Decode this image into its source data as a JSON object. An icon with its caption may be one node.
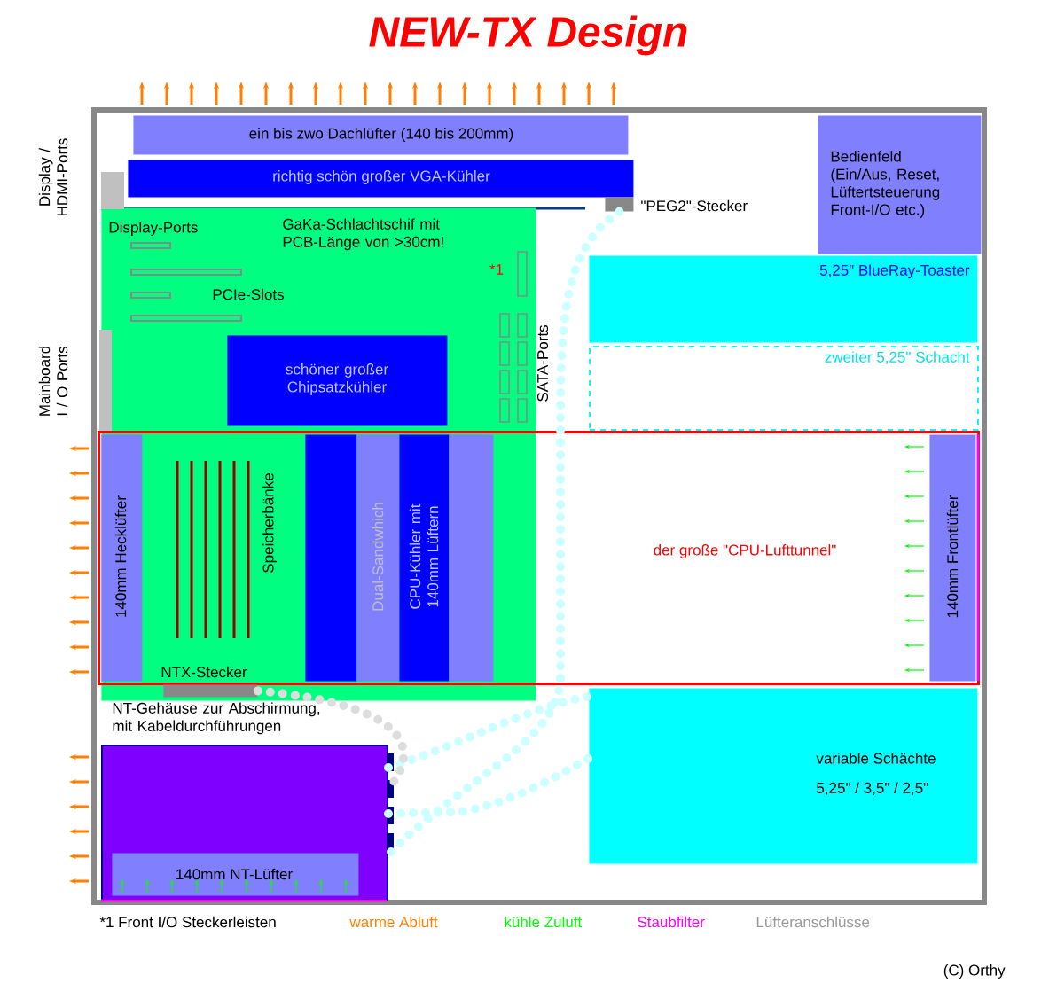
{
  "diagram": {
    "title": "NEW-TX Design",
    "nodes": [
      {
        "text": [
          "ein bis zwo Dachlüfter (140 bis 200mm)"
        ]
      },
      {
        "text": [
          "richtig schön großer VGA-Kühler"
        ]
      },
      {
        "text": [
          "Display-Ports",
          "GaKa-Schlachtschif mit PCB-Länge von >30cm!",
          "PCIe-Slots"
        ]
      },
      {
        "text": [
          "schöner großer Chipsatzkühler"
        ],
        "in": 2
      },
      {
        "text": [
          "Bedienfeld (Ein/Aus, Reset, Lüftertsteuerung Front-I/O etc.)"
        ]
      },
      {
        "text": [
          "5,25\" BlueRay-Toaster"
        ]
      },
      {
        "text": [
          "zweiter 5,25\" Schacht"
        ]
      },
      {
        "text": [
          "der große \"CPU-Lufttunnel\""
        ]
      },
      {
        "text": [
          "140mm Hecklüfter"
        ]
      },
      {
        "text": [
          "Dual-Sandwhich"
        ]
      },
      {
        "text": [
          "CPU-Kühler mit 140mm Lüftern"
        ]
      },
      {
        "text": [
          "140mm Frontlüfter"
        ],
        "in": 7
      },
      {
        "text": [
          "NT-Gehäuse zur Abschirmung, mit Kabeldurchführungen"
        ]
      },
      {
        "text": [
          "140mm NT-Lüfter"
        ],
        "in": 12
      },
      {
        "text": [
          "variable Schächte",
          "5,25\" / 3,5\" / 2,5\""
        ]
      },
      {
        "text": [],
        "shape": "box",
        "beside": [
          "\"PEG2\"-Stecker"
        ]
      },
      {
        "text": [],
        "shape": "box",
        "in": 2
      },
      {
        "text": [],
        "shape": "box"
      },
      {
        "text": [],
        "shape": "box"
      }
    ],
    "edges": [
      {
        "from": 15,
        "to": 12,
        "arrow": "none"
      },
      {
        "from": 12,
        "to": 14,
        "arrow": "none"
      },
      {
        "from": 12,
        "to": 14,
        "arrow": "none"
      },
      {
        "from": 16,
        "to": 12,
        "arrow": "none",
        "color": "#dddddd"
      }
    ],
    "labels": [
      "Display / HDMI-Ports",
      "Mainboard I / O Ports",
      "*1",
      "SATA-Ports",
      "Speicherbänke",
      "NTX-Stecker",
      "*1 Front I/O Steckerleisten",
      "(C) Orthy"
    ],
    "legend": [
      {
        "text": "warme Abluft",
        "color": "#ff8000"
      },
      {
        "text": "kühle Zuluft",
        "color": "#00ff00"
      },
      {
        "text": "Staubfilter",
        "color": "#ff00ff"
      },
      {
        "text": "Lüfteranschlüsse",
        "color": "#999999"
      }
    ]
  }
}
